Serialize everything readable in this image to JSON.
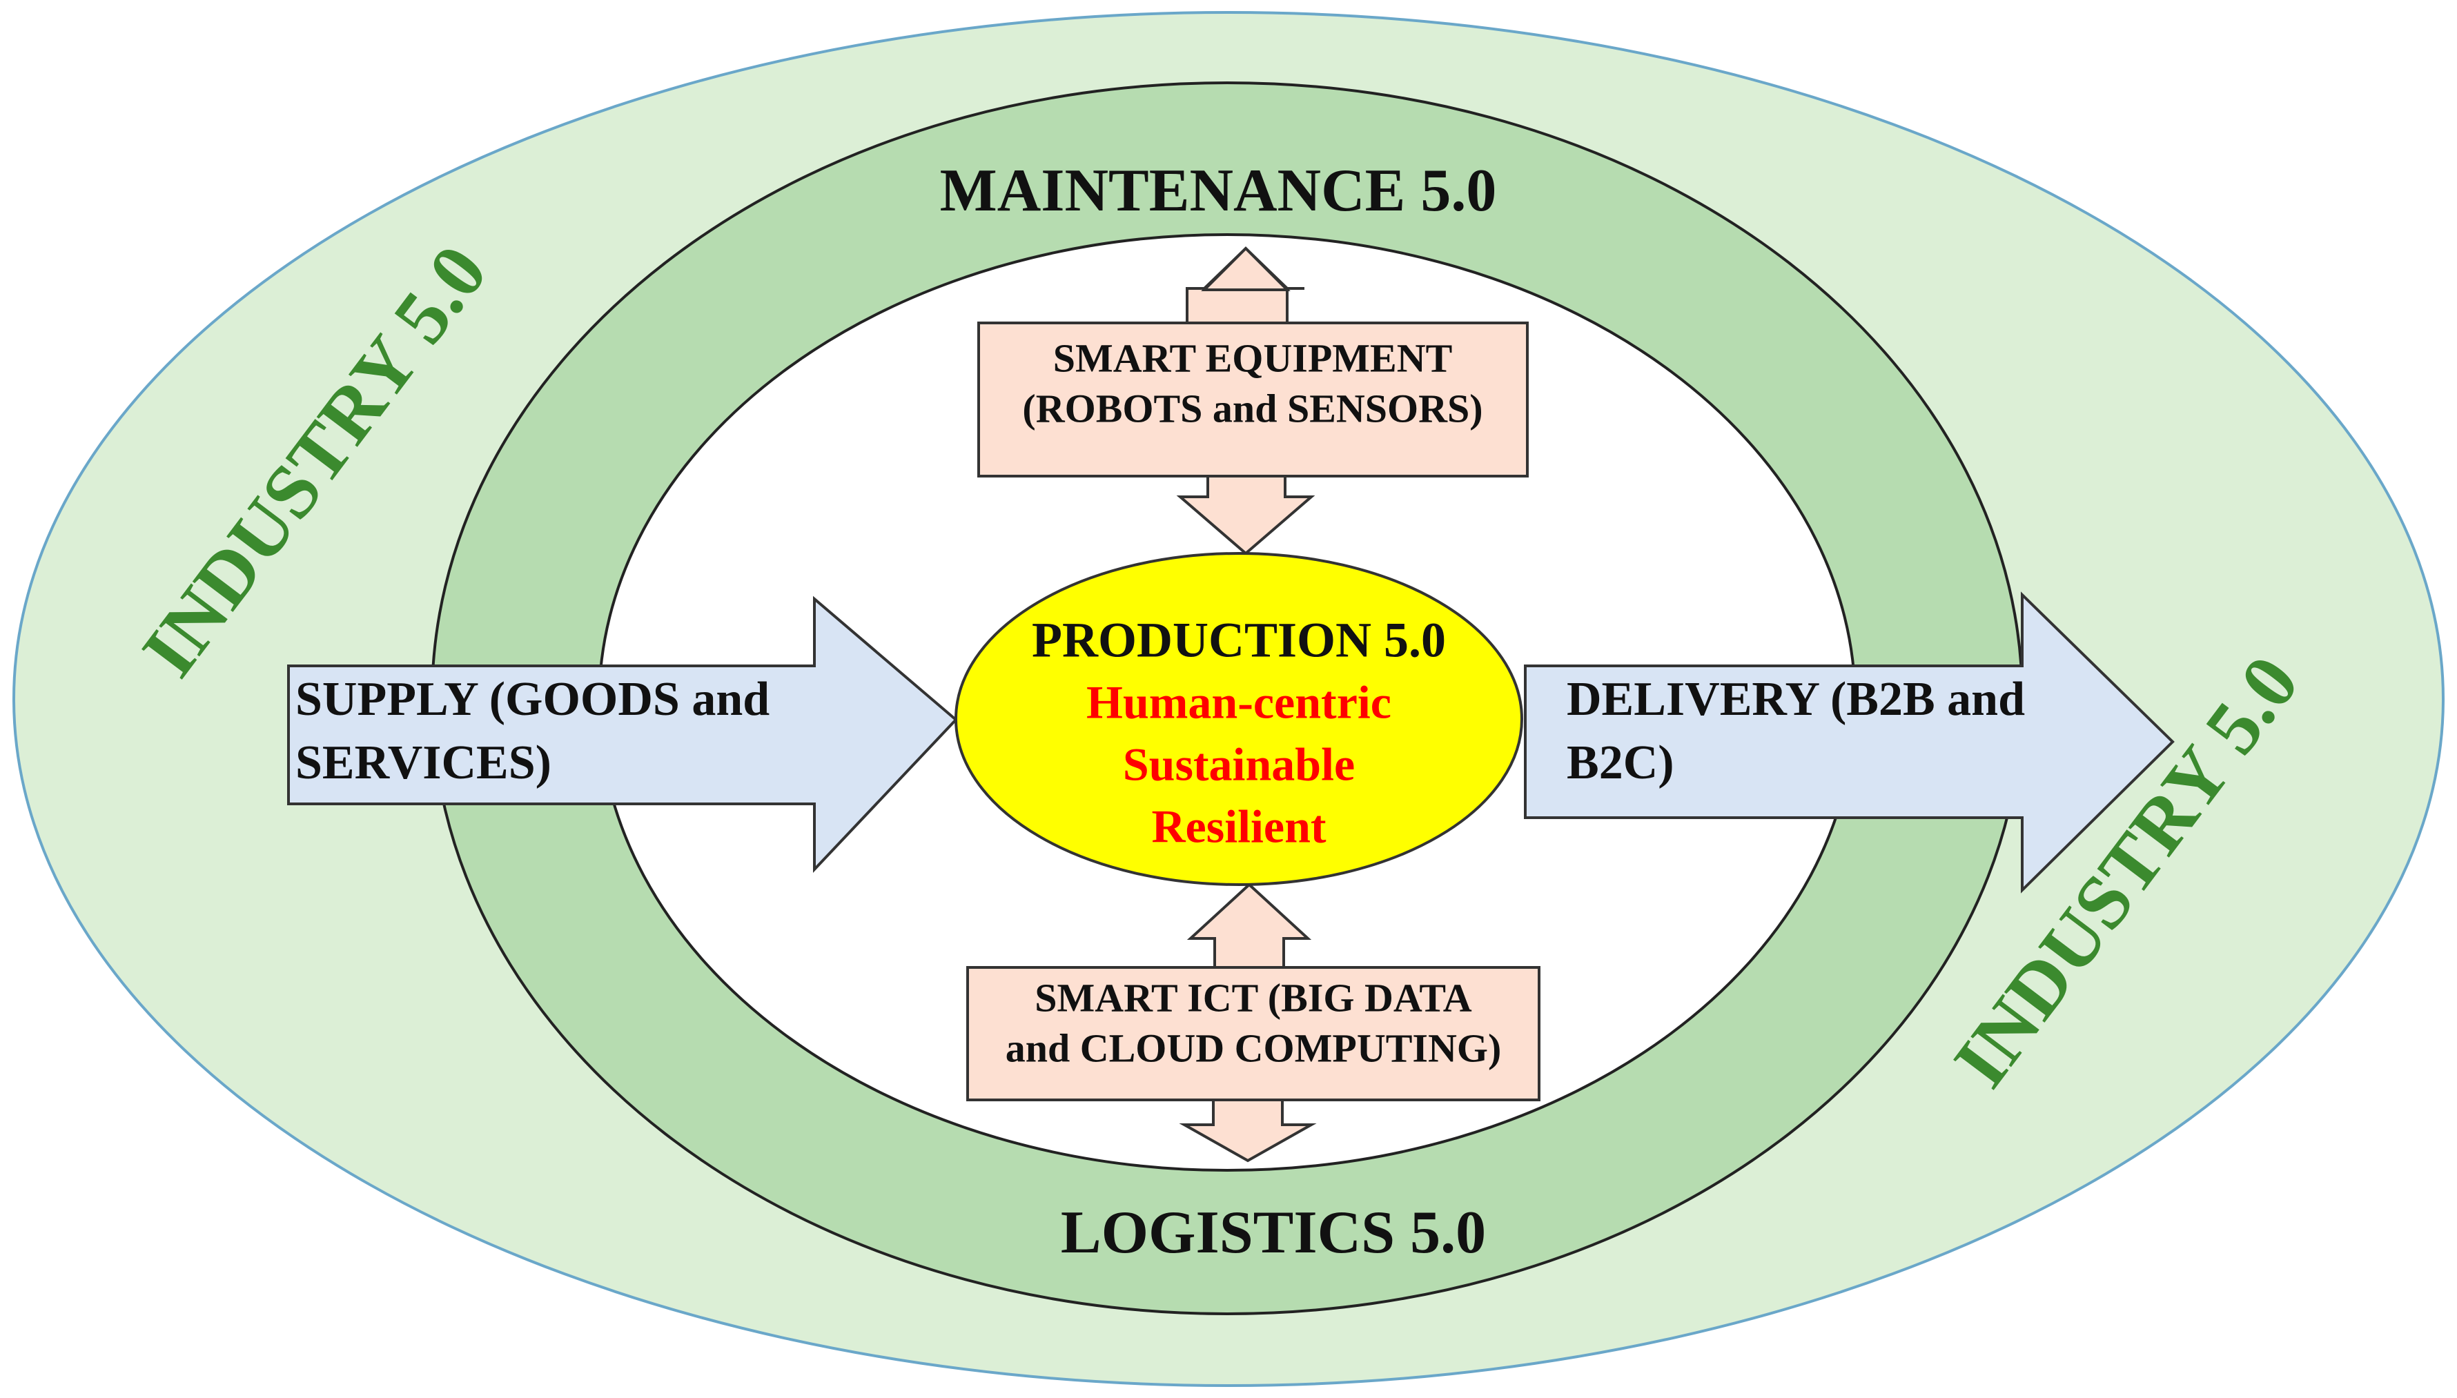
{
  "outer_label_left": "INDUSTRY 5.0",
  "outer_label_right": "INDUSTRY 5.0",
  "ring_top_label": "MAINTENANCE 5.0",
  "ring_bottom_label": "LOGISTICS 5.0",
  "equipment_box": {
    "line1": "SMART EQUIPMENT",
    "line2": "(ROBOTS and SENSORS)"
  },
  "ict_box": {
    "line1": "SMART ICT (BIG DATA",
    "line2": "and CLOUD COMPUTING)"
  },
  "supply_arrow": {
    "line1": "SUPPLY (GOODS and",
    "line2": "SERVICES)"
  },
  "delivery_arrow": {
    "line1": "DELIVERY (B2B and",
    "line2": "B2C)"
  },
  "production": {
    "title": "PRODUCTION 5.0",
    "attributes": [
      "Human-centric",
      "Sustainable",
      "Resilient"
    ]
  },
  "colors": {
    "outer_fill": "#dcefd6",
    "ring_fill": "#b6dcb0",
    "inner_fill": "#ffffff",
    "box_fill": "#fde0d2",
    "arrow_fill": "#d8e4f4",
    "production_fill": "#ffff00",
    "industry_text": "#3b8a2e",
    "attribute_text": "#ff0000"
  }
}
